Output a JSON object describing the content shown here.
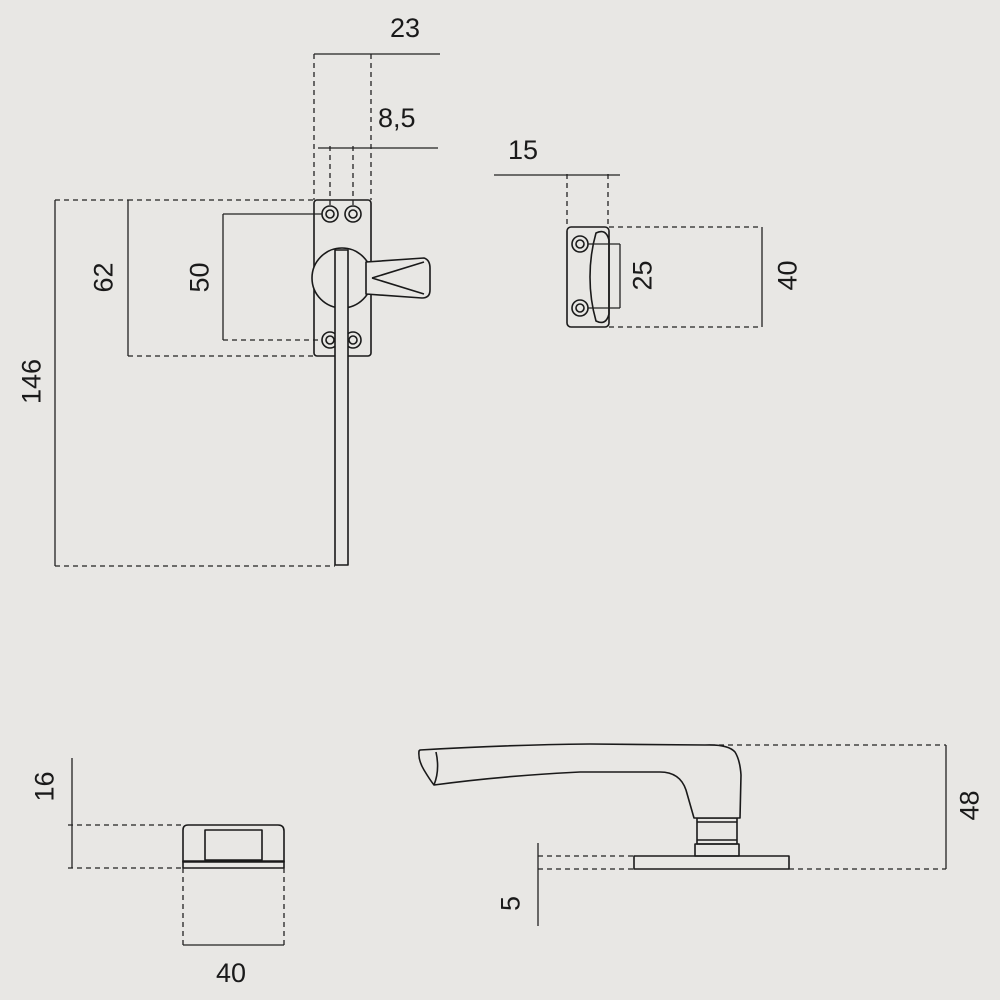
{
  "dimensions": {
    "d23": "23",
    "d8_5": "8,5",
    "d15": "15",
    "d62": "62",
    "d50": "50",
    "d146": "146",
    "d25": "25",
    "d40_keeper": "40",
    "d16": "16",
    "d40_width": "40",
    "d5": "5",
    "d48": "48"
  }
}
